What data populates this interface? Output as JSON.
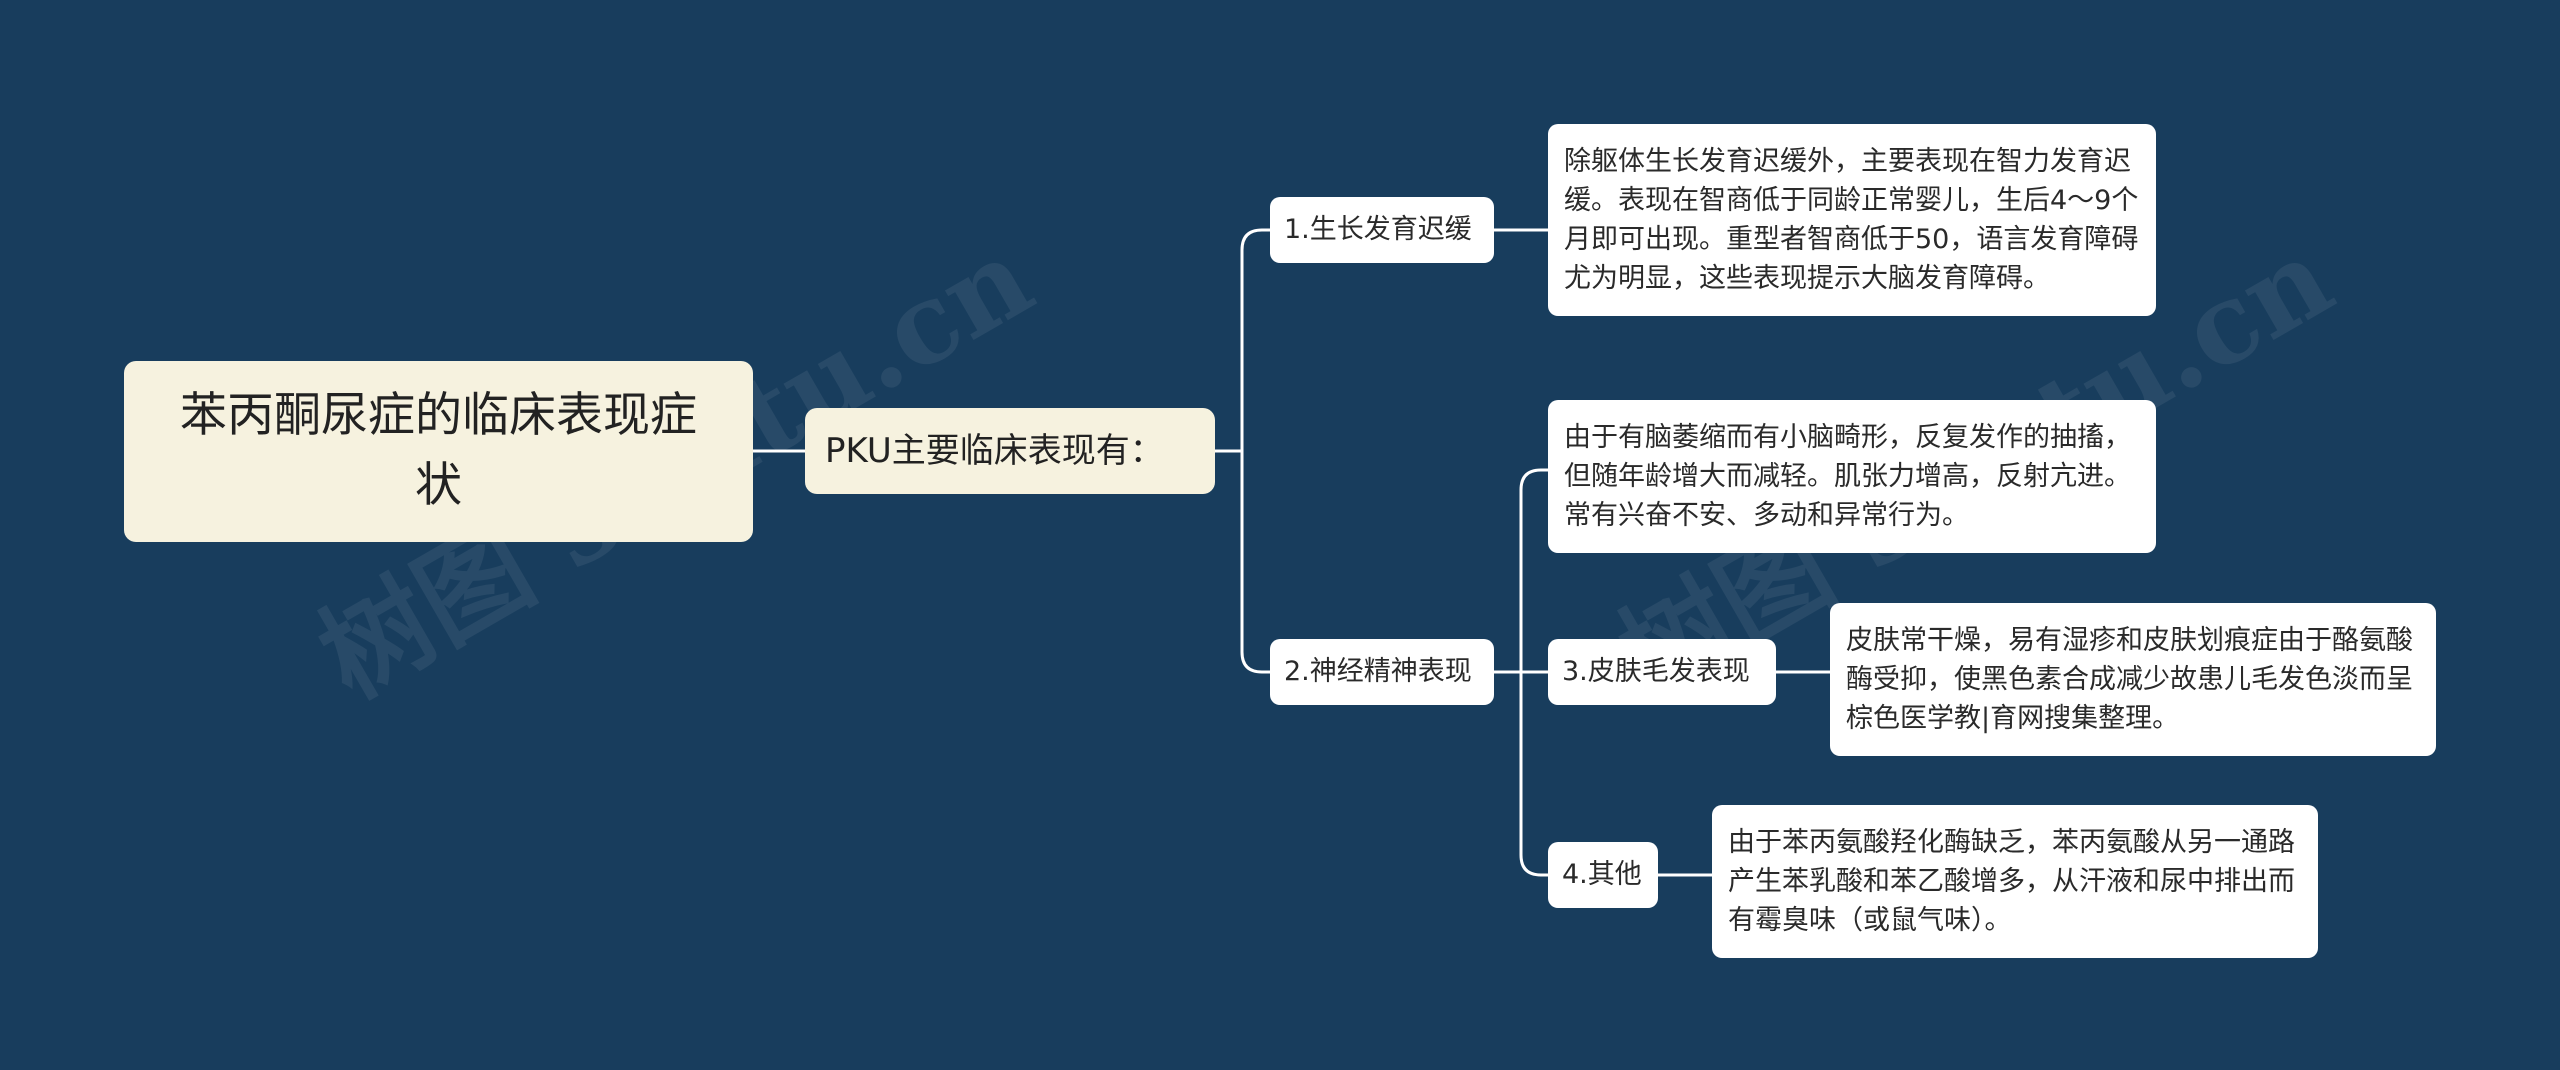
{
  "mindmap": {
    "root": {
      "text": "苯丙酮尿症的临床表现症状"
    },
    "level1": {
      "text": "PKU主要临床表现有："
    },
    "branches": {
      "growth": {
        "label": "1.生长发育迟缓",
        "detail": "除躯体生长发育迟缓外，主要表现在智力发育迟缓。表现在智商低于同龄正常婴儿，生后4～9个月即可出现。重型者智商低于50，语言发育障碍尤为明显，这些表现提示大脑发育障碍。"
      },
      "neuro": {
        "label": "2.神经精神表现",
        "detail": "由于有脑萎缩而有小脑畸形，反复发作的抽搐，但随年龄增大而减轻。肌张力增高，反射亢进。常有兴奋不安、多动和异常行为。"
      },
      "skin": {
        "label": "3.皮肤毛发表现",
        "detail": "皮肤常干燥，易有湿疹和皮肤划痕症由于酪氨酸酶受抑，使黑色素合成减少故患儿毛发色淡而呈棕色医学教|育网搜集整理。"
      },
      "other": {
        "label": "4.其他",
        "detail": "由于苯丙氨酸羟化酶缺乏，苯丙氨酸从另一通路产生苯乳酸和苯乙酸增多，从汗液和尿中排出而有霉臭味（或鼠气味）。"
      }
    }
  },
  "colors": {
    "background": "#183d5d",
    "connector": "#ffffff",
    "root_fill": "#f6f2df",
    "node_fill": "#ffffff"
  }
}
